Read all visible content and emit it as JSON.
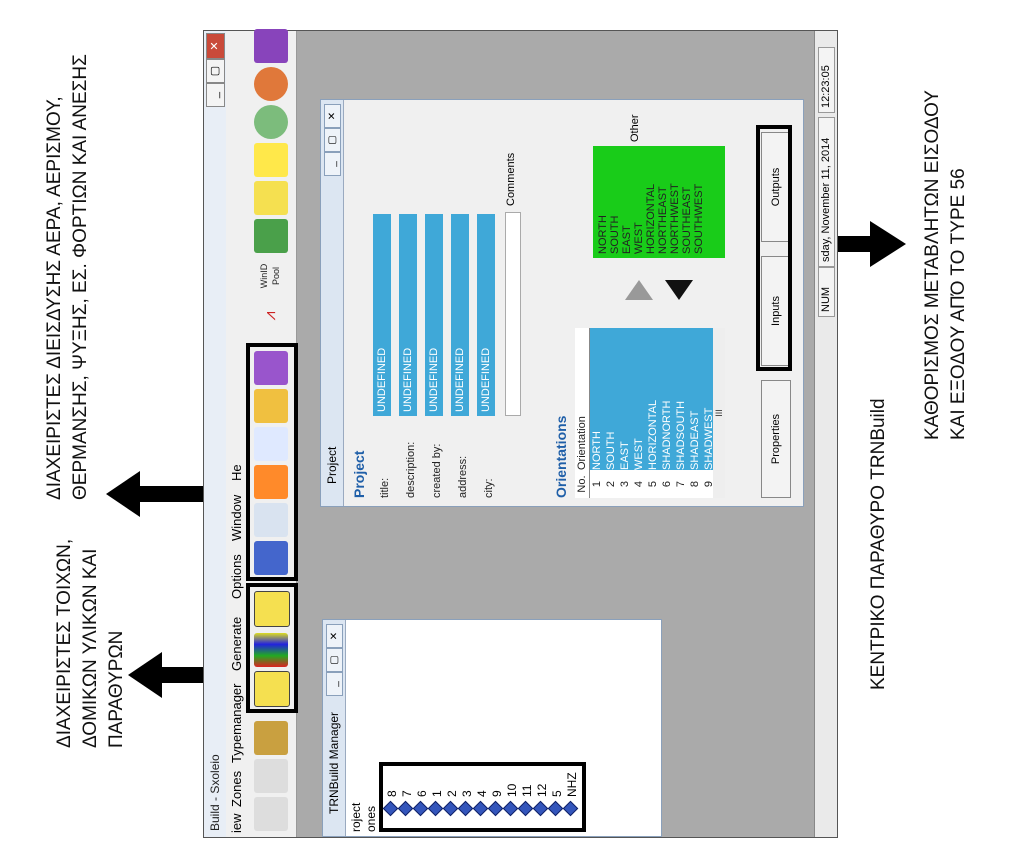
{
  "annotations": {
    "wall_managers": [
      "ΔΙΑΧΕΙΡΙΣΤΕΣ ΤΟΙΧΩΝ,",
      "ΔΟΜΙΚΩΝ ΥΛΙΚΩΝ ΚΑΙ",
      "ΠΑΡΑΘΥΡΩΝ"
    ],
    "air_managers": [
      "ΔΙΑΧΕΙΡΙΣΤΕΣ ΔΙΕΙΣΔΥΣΗΣ ΑΕΡΑ, ΑΕΡΙΣΜΟΥ,",
      "ΘΕΡΜΑΝΣΗΣ, ΨΥΞΗΣ, ΕΣ. ΦΟΡΤΙΩΝ ΚΑΙ ΑΝΕΣΗΣ"
    ],
    "main_window": "ΚΕΝΤΡΙΚΟ ΠΑΡΑΘΥΡΟ TRNBuild",
    "io_definition": [
      "ΚΑΘΟΡΙΣΜΟΣ ΜΕΤΑΒΛΗΤΩΝ ΕΙΣΟΔΟΥ",
      "ΚΑΙ ΕΞΟΔΟΥ ΑΠΌ ΤΟ TYPE 56"
    ]
  },
  "app": {
    "title": "Build - Sxoleio",
    "close_glyph": "✕",
    "restore_glyph": "▢",
    "minimize_glyph": "_",
    "menu": [
      "iew",
      "Zones",
      "Typemanager",
      "Generate",
      "Options",
      "Window",
      "He"
    ],
    "toolbar": {
      "win_pool": "WinID Pool"
    },
    "status": {
      "num": "NUM",
      "date": "sday, November 11, 2014",
      "time": "12:23:05"
    }
  },
  "manager": {
    "title": "TRNBuild Manager",
    "tree": {
      "project": "roject",
      "zones": "ones",
      "items": [
        "8",
        "7",
        "6",
        "1",
        "2",
        "3",
        "4",
        "9",
        "10",
        "11",
        "12",
        "5",
        "NHZ"
      ]
    }
  },
  "project": {
    "title": "Project",
    "heading": "Project",
    "fields": [
      {
        "label": "title:",
        "value": "UNDEFINED"
      },
      {
        "label": "description:",
        "value": "UNDEFINED"
      },
      {
        "label": "created by:",
        "value": "UNDEFINED"
      },
      {
        "label": "address:",
        "value": "UNDEFINED"
      },
      {
        "label": "city:",
        "value": "UNDEFINED"
      }
    ],
    "comments_label": "Comments",
    "orientations_heading": "Orientations",
    "grid_headers": {
      "no": "No.",
      "orientation": "Orientation"
    },
    "orientations": [
      {
        "no": "1",
        "name": "NORTH"
      },
      {
        "no": "2",
        "name": "SOUTH"
      },
      {
        "no": "3",
        "name": "EAST"
      },
      {
        "no": "4",
        "name": "WEST"
      },
      {
        "no": "5",
        "name": "HORIZONTAL"
      },
      {
        "no": "6",
        "name": "SHADNORTH"
      },
      {
        "no": "7",
        "name": "SHADSOUTH"
      },
      {
        "no": "8",
        "name": "SHADEAST"
      },
      {
        "no": "9",
        "name": "SHADWEST"
      }
    ],
    "available": [
      "NORTH",
      "SOUTH",
      "EAST",
      "WEST",
      "HORIZONTAL",
      "NORTHEAST",
      "NORTHWEST",
      "SOUTHEAST",
      "SOUTHWEST"
    ],
    "other_label": "Other",
    "tabs": {
      "properties": "Properties",
      "inputs": "Inputs",
      "outputs": "Outputs"
    },
    "scroll_mid": "III"
  }
}
